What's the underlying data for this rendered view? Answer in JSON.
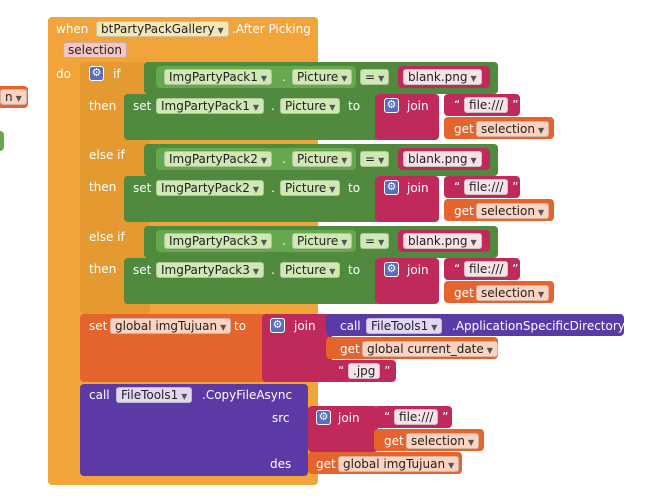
{
  "event": {
    "when": "when",
    "component": "btPartyPackGallery",
    "event_name": ".After Picking",
    "param": "selection",
    "do": "do"
  },
  "if_block": {
    "if": "if",
    "then": "then",
    "else_if": "else if",
    "eq": "=",
    "branches": [
      {
        "component": "ImgPartyPack1",
        "prop": "Picture",
        "compare": "blank.png"
      },
      {
        "component": "ImgPartyPack2",
        "prop": "Picture",
        "compare": "blank.png"
      },
      {
        "component": "ImgPartyPack3",
        "prop": "Picture",
        "compare": "blank.png"
      }
    ]
  },
  "set_word": "set",
  "to_word": "to",
  "join_word": "join",
  "get_word": "get",
  "call_word": "call",
  "dot": ".",
  "file_prefix": "file:///",
  "selection_var": "selection",
  "set_global": {
    "label": "set",
    "var": "global imgTujuan",
    "to": "to",
    "call_component": "FileTools1",
    "call_method": ".ApplicationSpecificDirectory",
    "get_var": "global current_date",
    "ext": ".jpg"
  },
  "copy_call": {
    "component": "FileTools1",
    "method": ".CopyFileAsync",
    "src": "src",
    "des": "des",
    "des_var": "global imgTujuan"
  },
  "left_edge": {
    "fragment_text": "n"
  },
  "colors": {
    "event": "#f0a43a",
    "control": "#e49a30",
    "component": "#4f8a3f",
    "text": "#c02a5a",
    "variable": "#e5632d",
    "procedure": "#5b3aa6"
  }
}
